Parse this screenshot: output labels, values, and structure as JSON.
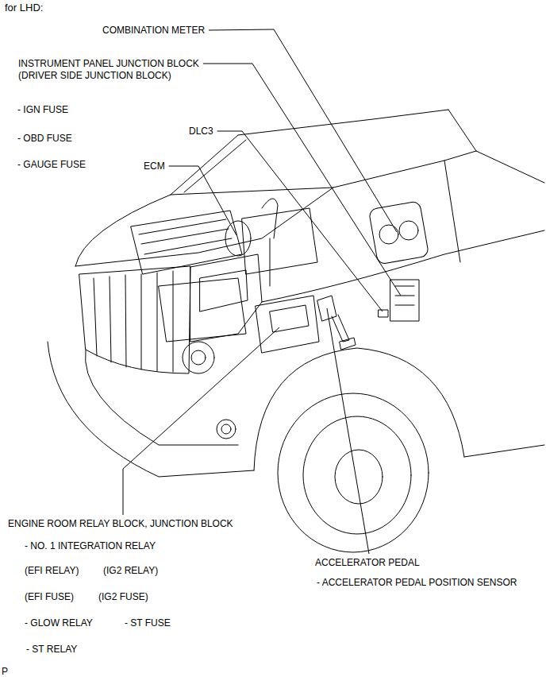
{
  "diagram": {
    "title": "for LHD:",
    "labels": [
      "COMBINATION METER",
      "INSTRUMENT PANEL JUNCTION BLOCK",
      "(DRIVER SIDE JUNCTION BLOCK)",
      "- IGN FUSE",
      "- OBD FUSE",
      "- GAUGE FUSE",
      "DLC3",
      "ECM",
      "ENGINE ROOM RELAY BLOCK, JUNCTION BLOCK",
      "- NO. 1 INTEGRATION RELAY",
      "(EFI RELAY)",
      "(IG2 RELAY)",
      "(EFI FUSE)",
      "(IG2 FUSE)",
      "- GLOW RELAY",
      "- ST FUSE",
      "- ST RELAY",
      "ACCELERATOR PEDAL",
      "- ACCELERATOR PEDAL POSITION SENSOR",
      "P"
    ]
  }
}
